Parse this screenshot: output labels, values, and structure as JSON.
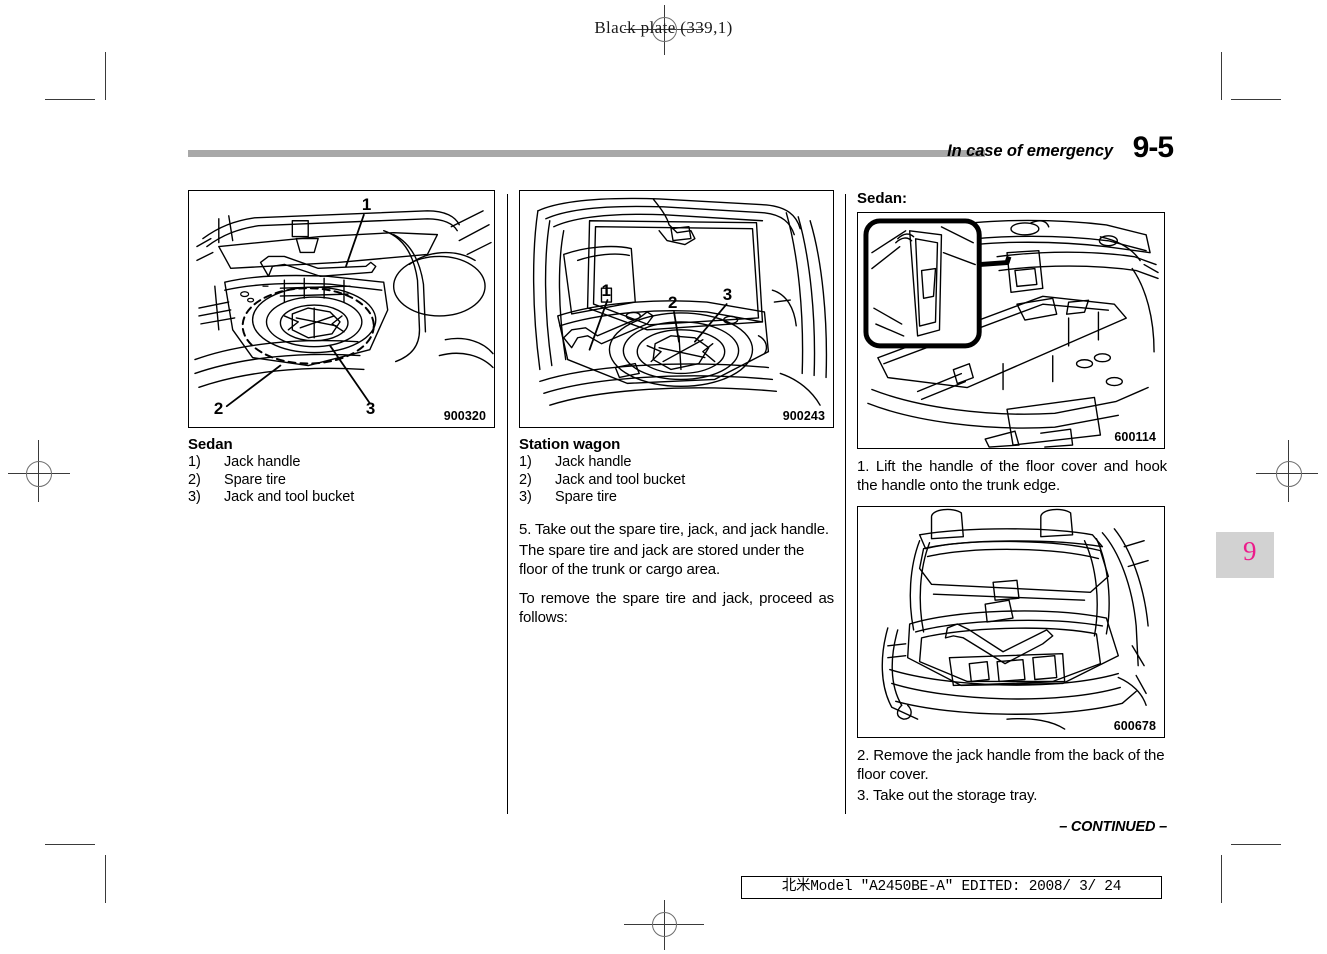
{
  "header": {
    "black_plate": "Black plate (339,1)",
    "running_title": "In case of emergency",
    "page_number": "9-5"
  },
  "side_tab": {
    "chapter": "9"
  },
  "figures": {
    "sedan_trunk": {
      "id": "900320"
    },
    "wagon_cargo": {
      "id": "900243"
    },
    "floor_cover_handle": {
      "id": "600114"
    },
    "trunk_open": {
      "id": "600678"
    }
  },
  "col1": {
    "caption_title": "Sedan",
    "items": [
      {
        "num": "1)",
        "label": "Jack handle"
      },
      {
        "num": "2)",
        "label": "Spare tire"
      },
      {
        "num": "3)",
        "label": "Jack and tool bucket"
      }
    ]
  },
  "col2": {
    "caption_title": "Station wagon",
    "items": [
      {
        "num": "1)",
        "label": "Jack handle"
      },
      {
        "num": "2)",
        "label": "Jack and tool bucket"
      },
      {
        "num": "3)",
        "label": "Spare tire"
      }
    ],
    "para_step5": "5.  Take out the spare tire, jack, and jack handle.",
    "para_stored": "The spare tire and jack are stored under the floor of the trunk or cargo area.",
    "para_proceed": "To remove the spare tire and jack, proceed as follows:"
  },
  "col3": {
    "section_label": "Sedan:",
    "step1": "1.  Lift the handle of the floor cover and hook the handle onto the trunk edge.",
    "step2": "2.   Remove the jack handle from the back of the floor cover.",
    "step3": "3.  Take out the storage tray.",
    "continued": "– CONTINUED –"
  },
  "footer": {
    "plate_info": "北米Model \"A2450BE-A\"  EDITED:  2008/ 3/ 24"
  }
}
